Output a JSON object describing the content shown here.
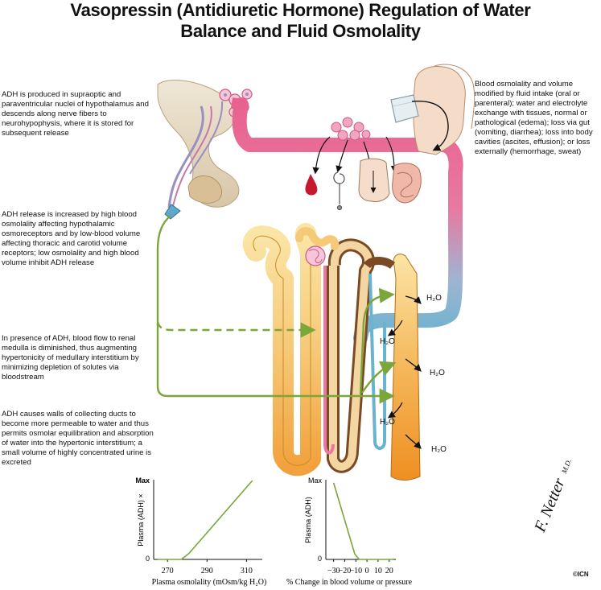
{
  "title": {
    "line1": "Vasopressin (Antidiuretic Hormone) Regulation of Water",
    "line2": "Balance and Fluid Osmolality"
  },
  "notes": {
    "production": "ADH is produced in supraoptic and paraventricular nuclei of hypothalamus and descends along nerve fibers to neurohypophysis, where it is stored for subsequent release",
    "release": "ADH release is increased by high blood osmolality affecting hypothalamic osmoreceptors and by low-blood volume affecting thoracic and carotid volume receptors; low osmolality and high blood volume inhibit ADH release",
    "medulla": "In presence of ADH, blood flow to renal medulla is diminished, thus augmenting hypertonicity of medullary interstitium by minimizing depletion of solutes via bloodstream",
    "collecting": "ADH causes walls of collecting ducts to become more permeable to water and thus permits osmolar equilibration and absorption of water into the hypertonic interstitium; a small volume of highly concentrated urine is excreted",
    "osmolality": "Blood osmolality and volume modified by fluid intake (oral or parenteral); water and electrolyte exchange with tissues, normal or pathological (edema); loss via gut (vomiting, diarrhea); loss into body cavities (ascites, effusion); or loss externally (hemorrhage, sweat)"
  },
  "water_label": "H₂O",
  "signature": {
    "name": "F. Netter",
    "suffix": "M.D.",
    "mark": "©ICN"
  },
  "chart_data": [
    {
      "type": "line",
      "xlabel": "Plasma osmolality (mOsm/kg H₂O)",
      "ylabel": "Plasma (ADH) ×",
      "y_ticks": [
        "0",
        "Max"
      ],
      "x_ticks": [
        270,
        290,
        310
      ],
      "x": [
        265,
        277,
        281,
        313
      ],
      "y": [
        0,
        0,
        0.08,
        1.0
      ],
      "xlim": [
        263,
        318
      ],
      "ylim": [
        0,
        1
      ],
      "color": "#7aa63a"
    },
    {
      "type": "line",
      "xlabel": "% Change in blood volume or pressure",
      "ylabel": "Plasma (ADH)",
      "y_ticks": [
        "0",
        "Max"
      ],
      "x_ticks": [
        "−30",
        "−20",
        "−10",
        "0",
        "10",
        "20"
      ],
      "x_values": [
        -30,
        -20,
        -10,
        0,
        10,
        20
      ],
      "x": [
        -30,
        -11,
        -7,
        24
      ],
      "y": [
        0.97,
        0.07,
        0,
        0
      ],
      "xlim": [
        -37,
        26
      ],
      "ylim": [
        0,
        1
      ],
      "color": "#7aa63a"
    }
  ]
}
